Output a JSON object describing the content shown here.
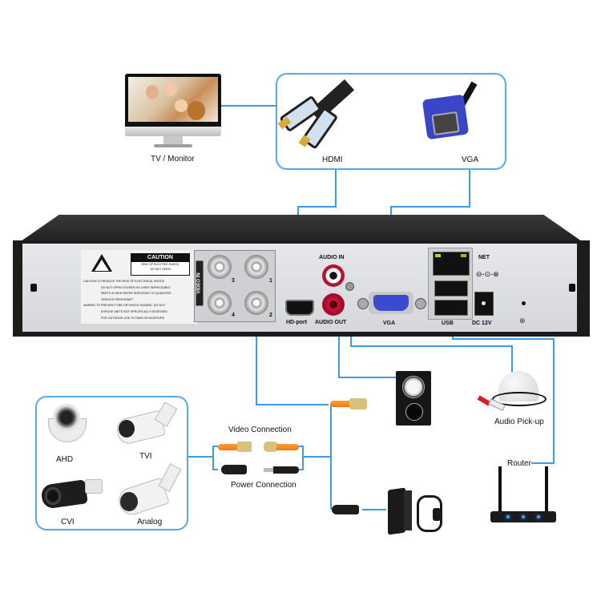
{
  "colors": {
    "wire": "#3d9be9",
    "chassis": "#1a1a1a",
    "panel": "#dedfe3",
    "box_border": "#5aa9e6"
  },
  "display": {
    "monitor_label": "TV / Monitor",
    "cables": [
      {
        "name": "hdmi-cable",
        "label": "HDMI"
      },
      {
        "name": "vga-cable",
        "label": "VGA"
      }
    ]
  },
  "device": {
    "caution": {
      "title": "CAUTION",
      "subtitle_1": "RISK OF ELECTRIC SHOCK",
      "subtitle_2": "DO NOT OPEN",
      "lines": [
        "CAUTION TO REDUCE THE RISK OF ELECTRICAL SHOCK",
        "DO NOT OPEN COVERS NO USER SERVICEABLE",
        "PARTS IN SIDE REFER SERVICING TO QUALIFIED",
        "SERVICE PERSONNET",
        "WARING TO PREVENT FIRE OR SHOCK HAZARD. DO NOT",
        "EXPOSE UBITS NOT SPECIFICALLY DESIGNED",
        "FOR OUTDOOR USE TO RAIN OR MOISTURE"
      ]
    },
    "video_in_label": "VIDEO IN",
    "bnc_numbers": [
      "3",
      "1",
      "4",
      "2"
    ],
    "port_labels": {
      "hd_port": "HD-port",
      "audio_in": "AUDIO IN",
      "audio_out": "AUDIO OUT",
      "vga": "VGA",
      "net": "NET",
      "usb": "USB",
      "dc": "DC 12V"
    }
  },
  "cameras": [
    {
      "type": "dome",
      "label": "AHD"
    },
    {
      "type": "bullet",
      "label": "TVI"
    },
    {
      "type": "bullet-dark",
      "label": "CVI"
    },
    {
      "type": "bullet-white",
      "label": "Analog"
    }
  ],
  "connections": {
    "video": "Video Connection",
    "power": "Power Connection"
  },
  "peripherals": {
    "audio_pickup": "Audio Pick-up",
    "router": "Router"
  }
}
